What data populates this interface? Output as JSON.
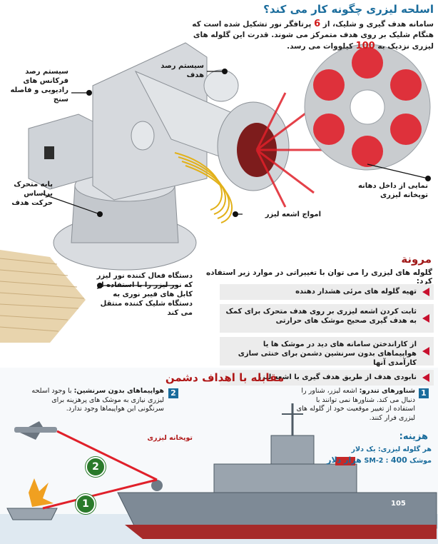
{
  "title": "اسلحه لیزری چگونه کار می کند؟",
  "intro": {
    "part1": "سامانه هدف گیری و شلیک، از",
    "number": "6",
    "part2": "پرتافگر نور تشکیل شده است که هنگام شلیک بر روی هدف متمرکز می شوند. قدرت این گلوله های لیزری نزدیک به",
    "power": "100",
    "part3": "کیلووات می رسد."
  },
  "labels": {
    "target_tracking": "سیستم رصد هدف",
    "infrared_radar": "سیستم رصد فرکانس های رادیویی و فاصله سنج",
    "base": "پایه متحرک براساس حرکت هدف",
    "laser_waves": "امواج اشعه لیزر",
    "muzzle_view": "نمایی از داخل دهانه توپخانه لیزری",
    "activator": "دستگاه فعال کننده نور لیزر که نور لیزر را با استفاده از کابل های فیبر نوری به دستگاه شلیک کننده منتقل می کند"
  },
  "flexibility": {
    "title": "مرونة",
    "subtitle": "گلوله های لیزری را می توان با تغییراتی در موارد زیر استفاده کرد:",
    "items": [
      "تهیه گلوله های مرئی هشدار دهنده",
      "ثابت کردن اشعه لیزری بر روی هدف متحرک برای کمک به هدف گیری صحیح موشک های حرارتی",
      "از کاراندختن سامانه های دید در موشک ها یا هواپیماهای بدون سرنشین دشمن برای خنثی سازی کارآمدی آنها",
      "نابودی هدف از طریق هدف گیری با اشعه لیزر"
    ]
  },
  "enemy": {
    "title": "مقابله با اهداف دشمن",
    "item1_num": "1",
    "item1_title": "شناورهای تندرو:",
    "item1_text": "اشعه لیزر، شناور را دنبال می کند. شناورها نمی توانند با استفاده از تغییر موقعیت خود از گلوله های لیزری فرار کنند.",
    "item2_num": "2",
    "item2_title": "هواپیماهای بدون سرنشین:",
    "item2_text": "با وجود اسلحه لیزری نیازی به موشک های پرهزینه برای سرنگونی این هواپیماها وجود ندارد.",
    "gun_label": "توپخانه لیزری",
    "marker1": "1",
    "marker2": "2"
  },
  "cost": {
    "title": "هزینه:",
    "line1": "هر گلوله لیزری: یک دلار",
    "line2_label": "موشک SM-2 :",
    "line2_value": "400 هزار دلار"
  },
  "ship_number": "105",
  "colors": {
    "laser": "#e0202a",
    "accent": "#1a6c9c",
    "marker": "#2a7a2a",
    "bullet": "#c8102e"
  }
}
